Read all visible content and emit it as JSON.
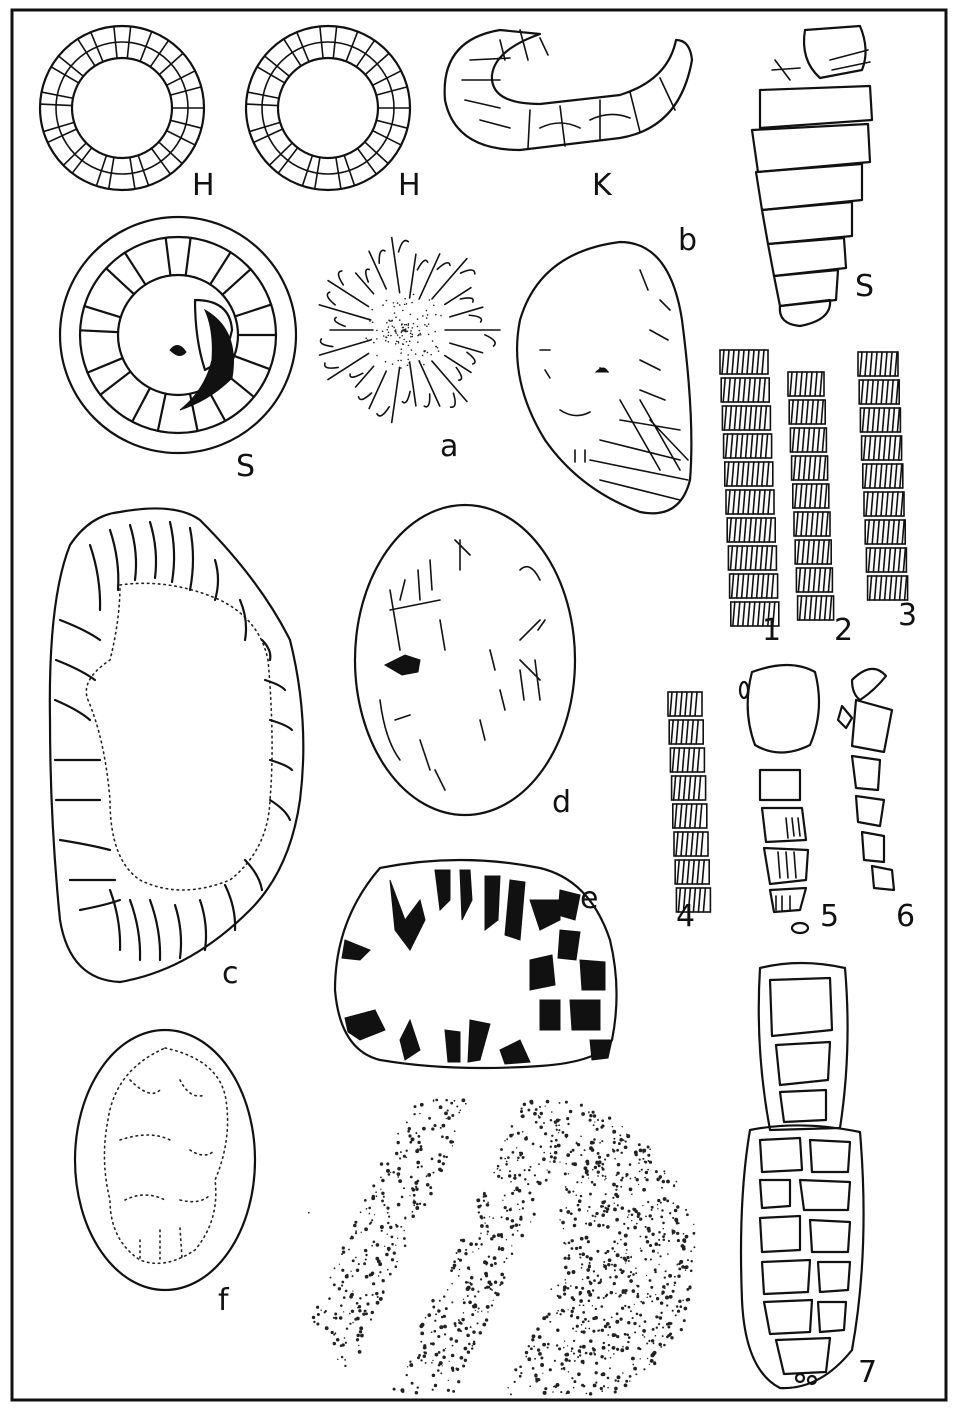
{
  "figures": [
    {
      "id": "h1",
      "label": "H"
    },
    {
      "id": "h2",
      "label": "H"
    },
    {
      "id": "k",
      "label": "K"
    },
    {
      "id": "s-top",
      "label": "S"
    },
    {
      "id": "s-mid",
      "label": "S"
    },
    {
      "id": "a",
      "label": "a"
    },
    {
      "id": "b",
      "label": "b"
    },
    {
      "id": "c",
      "label": "c"
    },
    {
      "id": "d",
      "label": "d"
    },
    {
      "id": "e",
      "label": "e"
    },
    {
      "id": "f",
      "label": "f"
    },
    {
      "id": "n1",
      "label": "1"
    },
    {
      "id": "n2",
      "label": "2"
    },
    {
      "id": "n3",
      "label": "3"
    },
    {
      "id": "n4",
      "label": "4"
    },
    {
      "id": "n5",
      "label": "5"
    },
    {
      "id": "n6",
      "label": "6"
    },
    {
      "id": "n7",
      "label": "7"
    }
  ]
}
